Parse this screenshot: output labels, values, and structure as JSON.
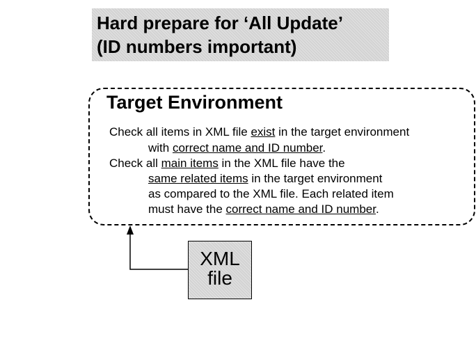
{
  "title": {
    "line1": "Hard prepare for ‘All Update’",
    "line2": "(ID numbers important)"
  },
  "target": {
    "heading": "Target Environment",
    "line1": {
      "pre": "Check all items in XML file ",
      "u1": "exist",
      "post": " in the target environment"
    },
    "line2": {
      "pre": "with ",
      "u1": "correct name and ID number",
      "post": "."
    },
    "line3": {
      "pre": "Check all ",
      "u1": "main items",
      "post": " in the XML file have the"
    },
    "line4": {
      "u1": "same related items",
      "post": " in the target environment"
    },
    "line5": {
      "text": "as compared to the XML file.  Each related item"
    },
    "line6": {
      "pre": "must have the ",
      "u1": "correct name and ID number",
      "post": "."
    }
  },
  "xml_box": {
    "line1": "XML",
    "line2": "file"
  }
}
